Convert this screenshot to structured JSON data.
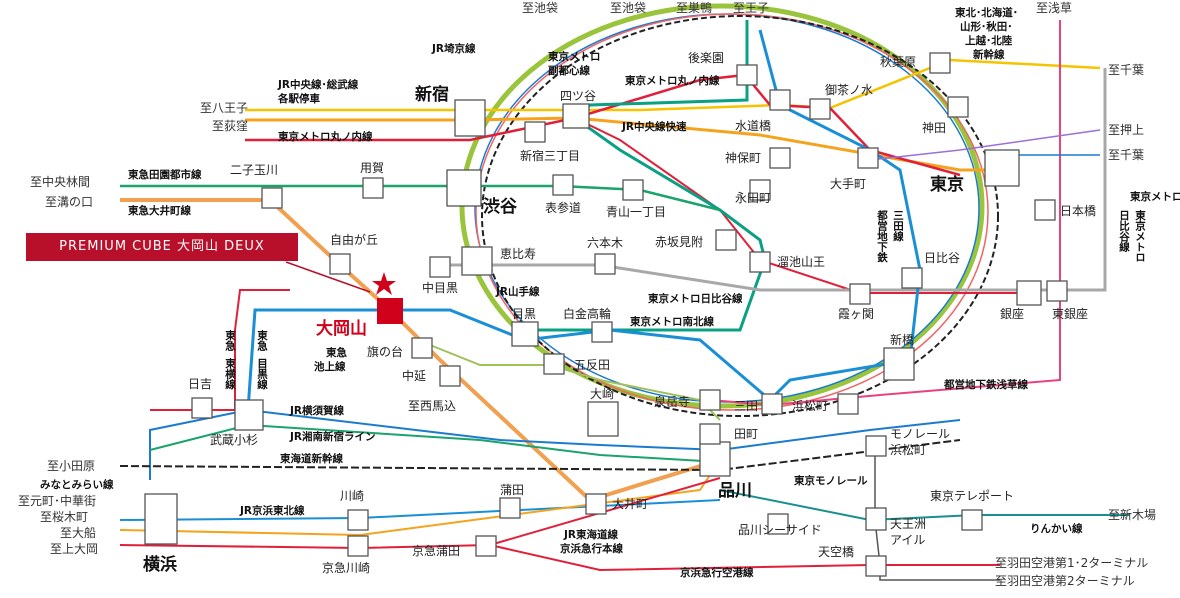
{
  "banner": "PREMIUM CUBE 大岡山 DEUX",
  "home_station": "大岡山",
  "colors": {
    "yamanote": "#9ac43c",
    "chuo": "#f5a31d",
    "marunouchi": "#e0203a",
    "nanboku": "#0aa083",
    "hibiya": "#a8a8a8",
    "denentoshi": "#1aa36b",
    "oimachi": "#f0a050",
    "meguro": "#1a8fd6",
    "ikegami": "#9fc15a",
    "asakusa": "#e8427f",
    "namboku_blue": "#1b4fa0",
    "mita": "#1b68b8",
    "fukutoshin": "#8a5a2e",
    "banner": "#b8102a",
    "star": "#d0021b"
  },
  "directions": [
    {
      "id": "d-ikebukuro1",
      "text": "至池袋"
    },
    {
      "id": "d-ikebukuro2",
      "text": "至池袋"
    },
    {
      "id": "d-sugamo",
      "text": "至巣鴨"
    },
    {
      "id": "d-oji",
      "text": "至王子"
    },
    {
      "id": "d-asakusa",
      "text": "至浅草"
    },
    {
      "id": "d-hachioji",
      "text": "至八王子"
    },
    {
      "id": "d-ogikubo",
      "text": "至荻窪"
    },
    {
      "id": "d-chuorinkan",
      "text": "至中央林間"
    },
    {
      "id": "d-mizonokuchi",
      "text": "至溝の口"
    },
    {
      "id": "d-chiba1",
      "text": "至千葉"
    },
    {
      "id": "d-oshiage",
      "text": "至押上"
    },
    {
      "id": "d-chiba2",
      "text": "至千葉"
    },
    {
      "id": "d-odawara",
      "text": "至小田原"
    },
    {
      "id": "d-motomachi",
      "text": "至元町･中華街"
    },
    {
      "id": "d-sakuragicho",
      "text": "至桜木町"
    },
    {
      "id": "d-ofuna",
      "text": "至大船"
    },
    {
      "id": "d-kamiooka",
      "text": "至上大岡"
    },
    {
      "id": "d-shinkiba",
      "text": "至新木場"
    },
    {
      "id": "d-haneda1",
      "text": "至羽田空港第1･2ターミナル"
    },
    {
      "id": "d-haneda2",
      "text": "至羽田空港第2ターミナル"
    }
  ],
  "stations": [
    {
      "id": "shinjuku",
      "name": "新宿",
      "big": true
    },
    {
      "id": "shibuya",
      "name": "渋谷",
      "big": true
    },
    {
      "id": "tokyo",
      "name": "東京",
      "big": true
    },
    {
      "id": "shinagawa",
      "name": "品川",
      "big": true
    },
    {
      "id": "yokohama",
      "name": "横浜",
      "big": true
    },
    {
      "id": "otemachi",
      "name": "大手町"
    },
    {
      "id": "korakuen",
      "name": "後楽園"
    },
    {
      "id": "ochanomizu",
      "name": "御茶ノ水"
    },
    {
      "id": "akihabara",
      "name": "秋葉原"
    },
    {
      "id": "kanda",
      "name": "神田"
    },
    {
      "id": "suidobashi",
      "name": "水道橋"
    },
    {
      "id": "jimbocho",
      "name": "神保町"
    },
    {
      "id": "yotsuya",
      "name": "四ツ谷"
    },
    {
      "id": "shinjukusanchome",
      "name": "新宿三丁目"
    },
    {
      "id": "nagatacho",
      "name": "永田町"
    },
    {
      "id": "omotesando",
      "name": "表参道"
    },
    {
      "id": "aoyama",
      "name": "青山一丁目"
    },
    {
      "id": "akasakamitsuke",
      "name": "赤坂見附"
    },
    {
      "id": "tameike",
      "name": "溜池山王"
    },
    {
      "id": "roppongi",
      "name": "六本木"
    },
    {
      "id": "ebisu",
      "name": "恵比寿"
    },
    {
      "id": "nakameguro",
      "name": "中目黒"
    },
    {
      "id": "jiyugaoka",
      "name": "自由が丘"
    },
    {
      "id": "futakotamagawa",
      "name": "二子玉川"
    },
    {
      "id": "yoga",
      "name": "用賀"
    },
    {
      "id": "meguro",
      "name": "目黒"
    },
    {
      "id": "shirokane",
      "name": "白金高輪"
    },
    {
      "id": "gotanda",
      "name": "五反田"
    },
    {
      "id": "hatanodai",
      "name": "旗の台"
    },
    {
      "id": "nakanobu",
      "name": "中延"
    },
    {
      "id": "nishimagome",
      "name": "至西馬込"
    },
    {
      "id": "osaki",
      "name": "大崎"
    },
    {
      "id": "sengakuji",
      "name": "泉岳寺"
    },
    {
      "id": "mita",
      "name": "三田"
    },
    {
      "id": "tamachi",
      "name": "田町"
    },
    {
      "id": "hamamatsucho",
      "name": "浜松町"
    },
    {
      "id": "shimbashi",
      "name": "新橋"
    },
    {
      "id": "kasumigaseki",
      "name": "霞ヶ関"
    },
    {
      "id": "hibiya",
      "name": "日比谷"
    },
    {
      "id": "ginza",
      "name": "銀座"
    },
    {
      "id": "higashiginza",
      "name": "東銀座"
    },
    {
      "id": "nihombashi",
      "name": "日本橋"
    },
    {
      "id": "hiyoshi",
      "name": "日吉"
    },
    {
      "id": "musashikosugi",
      "name": "武蔵小杉"
    },
    {
      "id": "oimachi",
      "name": "大井町"
    },
    {
      "id": "kamata",
      "name": "蒲田"
    },
    {
      "id": "kawasaki",
      "name": "川崎"
    },
    {
      "id": "keikyukawasaki",
      "name": "京急川崎"
    },
    {
      "id": "keikyukamata",
      "name": "京急蒲田"
    },
    {
      "id": "shinagawaseaside",
      "name": "品川シーサイド"
    },
    {
      "id": "tennozu",
      "name": "天王洲\nアイル"
    },
    {
      "id": "tenkubashi",
      "name": "天空橋"
    },
    {
      "id": "monorail_hamamatsucho",
      "name": "モノレール\n浜松町"
    },
    {
      "id": "tokyoteleport",
      "name": "東京テレポート"
    }
  ],
  "line_labels": [
    {
      "id": "l-saikyo",
      "text": "JR埼京線"
    },
    {
      "id": "l-chuo-sobu",
      "text": "JR中央線･総武線\n各駅停車"
    },
    {
      "id": "l-marunouchi-w",
      "text": "東京メトロ丸ノ内線"
    },
    {
      "id": "l-fukutoshin",
      "text": "東京メトロ\n副都心線"
    },
    {
      "id": "l-marunouchi-n",
      "text": "東京メトロ丸ノ内線"
    },
    {
      "id": "l-chuo-rapid",
      "text": "JR中央線快速"
    },
    {
      "id": "l-denentoshi",
      "text": "東急田園都市線"
    },
    {
      "id": "l-oimachi",
      "text": "東急大井町線"
    },
    {
      "id": "l-yamanote",
      "text": "JR山手線"
    },
    {
      "id": "l-hibiya",
      "text": "東京メトロ日比谷線"
    },
    {
      "id": "l-nanboku",
      "text": "東京メトロ南北線"
    },
    {
      "id": "l-mita",
      "text": "都\n営\n地\n下\n鉄\n三\n田\n線"
    },
    {
      "id": "l-hibiya-v",
      "text": "東\n京\nメ\nト\nロ\n日\n比\n谷\n線"
    },
    {
      "id": "l-shinkansen-n",
      "text": "東北･北海道･\n山形･秋田･\n上越･北陸\n新幹線"
    },
    {
      "id": "l-toyoko",
      "text": "東\n急\n東\n横\n線"
    },
    {
      "id": "l-meguro",
      "text": "東\n急\n目\n黒\n線"
    },
    {
      "id": "l-ikegami",
      "text": "東急\n池上線"
    },
    {
      "id": "l-yokosuka",
      "text": "JR横須賀線"
    },
    {
      "id": "l-shonan",
      "text": "JR湘南新宿ライン"
    },
    {
      "id": "l-tokaido-shinkansen",
      "text": "東海道新幹線"
    },
    {
      "id": "l-minatomirai",
      "text": "みなとみらい線"
    },
    {
      "id": "l-keihintohoku",
      "text": "JR京浜東北線"
    },
    {
      "id": "l-tokaido",
      "text": "JR東海道線"
    },
    {
      "id": "l-keikyu",
      "text": "京浜急行本線"
    },
    {
      "id": "l-keikyu-airport",
      "text": "京浜急行空港線"
    },
    {
      "id": "l-asakusa",
      "text": "都営地下鉄浅草線"
    },
    {
      "id": "l-monorail",
      "text": "東京モノレール"
    },
    {
      "id": "l-rinkai",
      "text": "りんかい線"
    }
  ]
}
